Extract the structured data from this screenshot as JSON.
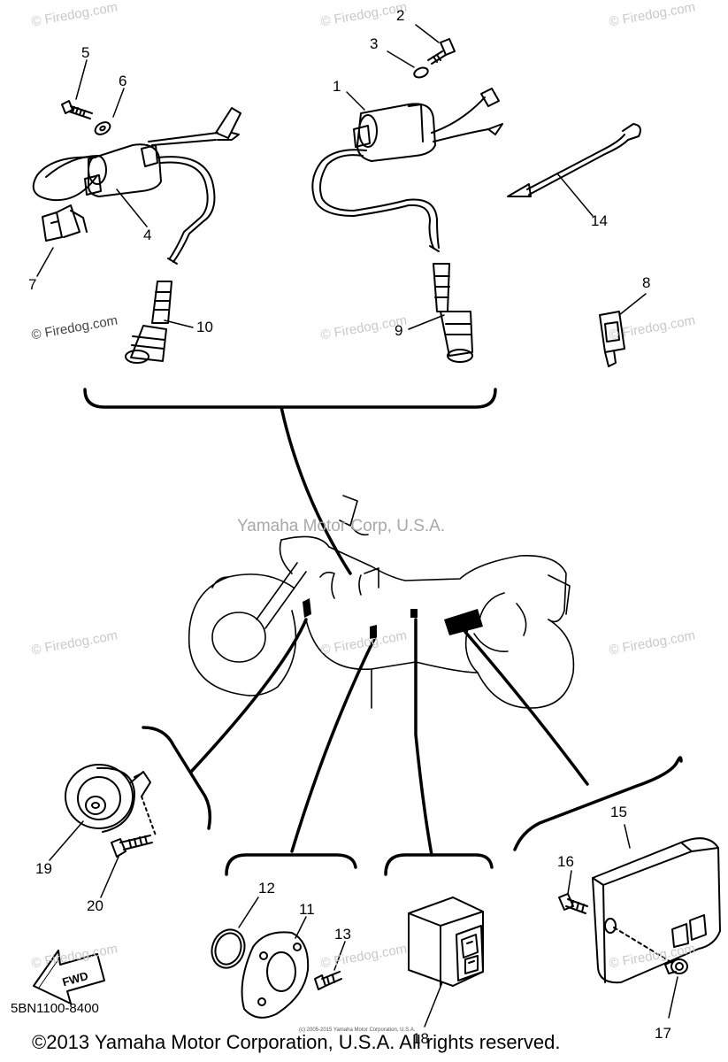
{
  "watermark_text": "© Firedog.com",
  "center_watermark": "Yamaha Motor Corp, U.S.A.",
  "callouts": [
    "1",
    "2",
    "3",
    "4",
    "5",
    "6",
    "7",
    "8",
    "9",
    "10",
    "11",
    "12",
    "13",
    "14",
    "15",
    "16",
    "17",
    "18",
    "19",
    "20"
  ],
  "fwd_label": "FWD",
  "diagram_code": "5BN1100-8400",
  "copyright": "©2013 Yamaha Motor Corporation, U.S.A. All rights reserved.",
  "tiny_copyright": "(c) 2005-2015 Yamaha Motor Corporation, U.S.A."
}
